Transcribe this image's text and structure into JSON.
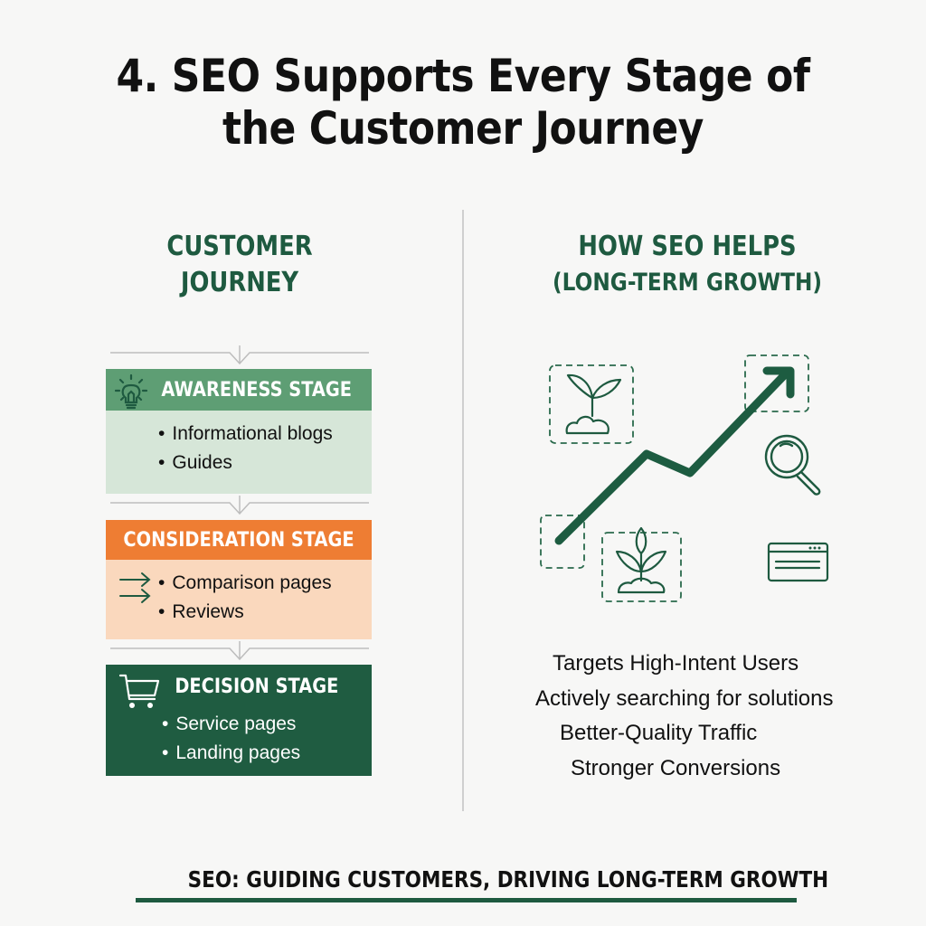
{
  "title": {
    "line1": "4. SEO Supports Every Stage of",
    "line2": "the Customer Journey"
  },
  "left_column": {
    "heading_line1": "CUSTOMER",
    "heading_line2": "JOURNEY",
    "stages": [
      {
        "name": "AWARENESS STAGE",
        "icon": "lightbulb-icon",
        "items": [
          "Informational blogs",
          "Guides"
        ],
        "header_color": "#5e9e74",
        "body_color": "#d6e6d8"
      },
      {
        "name": "CONSIDERATION STAGE",
        "icon": "arrows-right-icon",
        "items": [
          "Comparison pages",
          "Reviews"
        ],
        "header_color": "#ee7d33",
        "body_color": "#fad8bd"
      },
      {
        "name": "DECISION STAGE",
        "icon": "shopping-cart-icon",
        "items": [
          "Service pages",
          "Landing pages"
        ],
        "header_color": "#1f5c41",
        "body_color": "#1f5c41"
      }
    ]
  },
  "right_column": {
    "heading_line1": "HOW SEO HELPS",
    "heading_line2": "(LONG-TERM GROWTH)",
    "graphic_icons": [
      "sprout-icon",
      "growth-arrow-icon",
      "plant-icon",
      "magnifier-icon",
      "browser-window-icon"
    ],
    "benefits": [
      "Targets High-Intent Users",
      "Actively searching for solutions",
      "Better-Quality Traffic",
      "Stronger Conversions"
    ]
  },
  "footer": {
    "tagline": "SEO: GUIDING CUSTOMERS, DRIVING LONG-TERM GROWTH"
  },
  "colors": {
    "brand_green": "#1e5a40",
    "awareness_green": "#5e9e74",
    "consideration_orange": "#ee7d33",
    "decision_green": "#1f5c41"
  }
}
